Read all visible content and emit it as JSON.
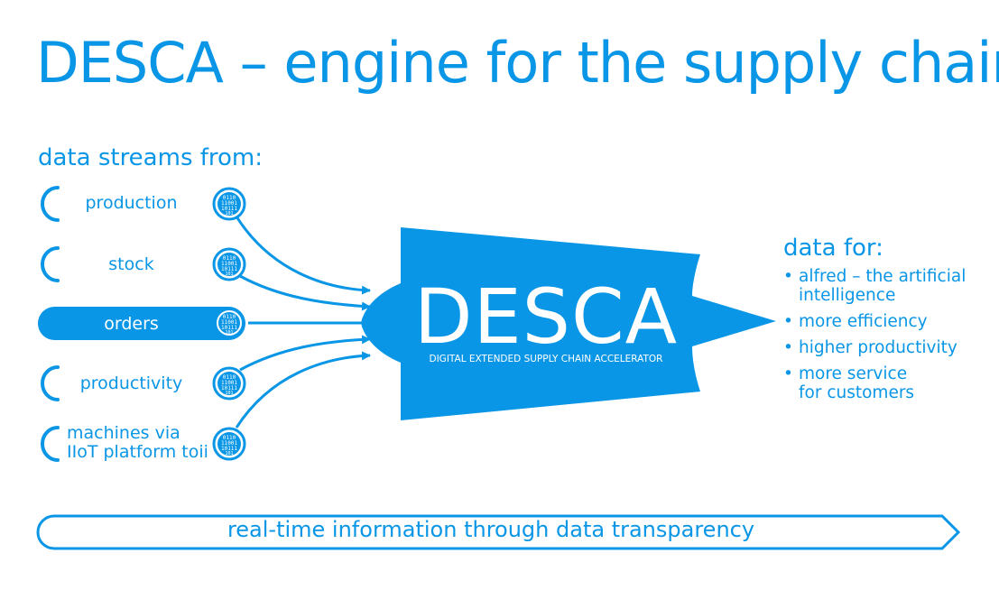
{
  "title": "DESCA – engine for the supply chain",
  "streams_heading": "data streams from:",
  "streams": [
    {
      "label": "production",
      "active": false,
      "icon": "binary-data-icon"
    },
    {
      "label": "stock",
      "active": false,
      "icon": "binary-data-icon"
    },
    {
      "label": "orders",
      "active": true,
      "icon": "binary-data-icon"
    },
    {
      "label": "productivity",
      "active": false,
      "icon": "binary-data-icon"
    },
    {
      "label": "machines via\nIIoT platform toii",
      "active": false,
      "icon": "binary-data-icon"
    }
  ],
  "engine": {
    "name": "DESCA",
    "subtitle": "DIGITAL EXTENDED SUPPLY CHAIN ACCELERATOR"
  },
  "data_for": {
    "heading": "data for:",
    "items": [
      "alfred – the artificial\nintelligence",
      "more efficiency",
      "higher productivity",
      "more service\nfor customers"
    ]
  },
  "banner": "real-time information through data transparency",
  "colors": {
    "brand_blue": "#0a96e6",
    "white": "#ffffff"
  }
}
